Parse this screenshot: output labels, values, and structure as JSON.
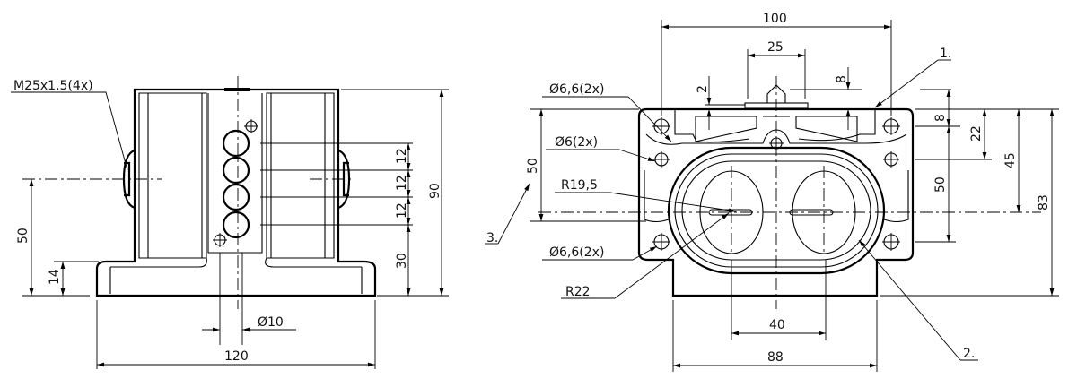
{
  "side_view": {
    "thread_label": "M25x1.5(4x)",
    "dim_height_axis": "50",
    "dim_base": "14",
    "dim_total_height": "90",
    "dim_spacing_1": "12",
    "dim_spacing_2": "12",
    "dim_spacing_3": "12",
    "dim_lower": "30",
    "dim_diameter": "Ø10",
    "dim_width": "120"
  },
  "front_view": {
    "dim_width_top": "100",
    "dim_plunger": "25",
    "dim_2": "2",
    "dim_8_top": "8",
    "callout_1": "1.",
    "callout_2": "2.",
    "callout_3": "3.",
    "hole_top": "Ø6,6(2x)",
    "hole_mid": "Ø6(2x)",
    "radius_inner": "R19,5",
    "hole_bottom": "Ø6,6(2x)",
    "radius_outer": "R22",
    "dim_left_50": "50",
    "dim_right_8": "8",
    "dim_right_22": "22",
    "dim_right_50": "50",
    "dim_right_45": "45",
    "dim_right_83": "83",
    "dim_40": "40",
    "dim_88": "88"
  }
}
